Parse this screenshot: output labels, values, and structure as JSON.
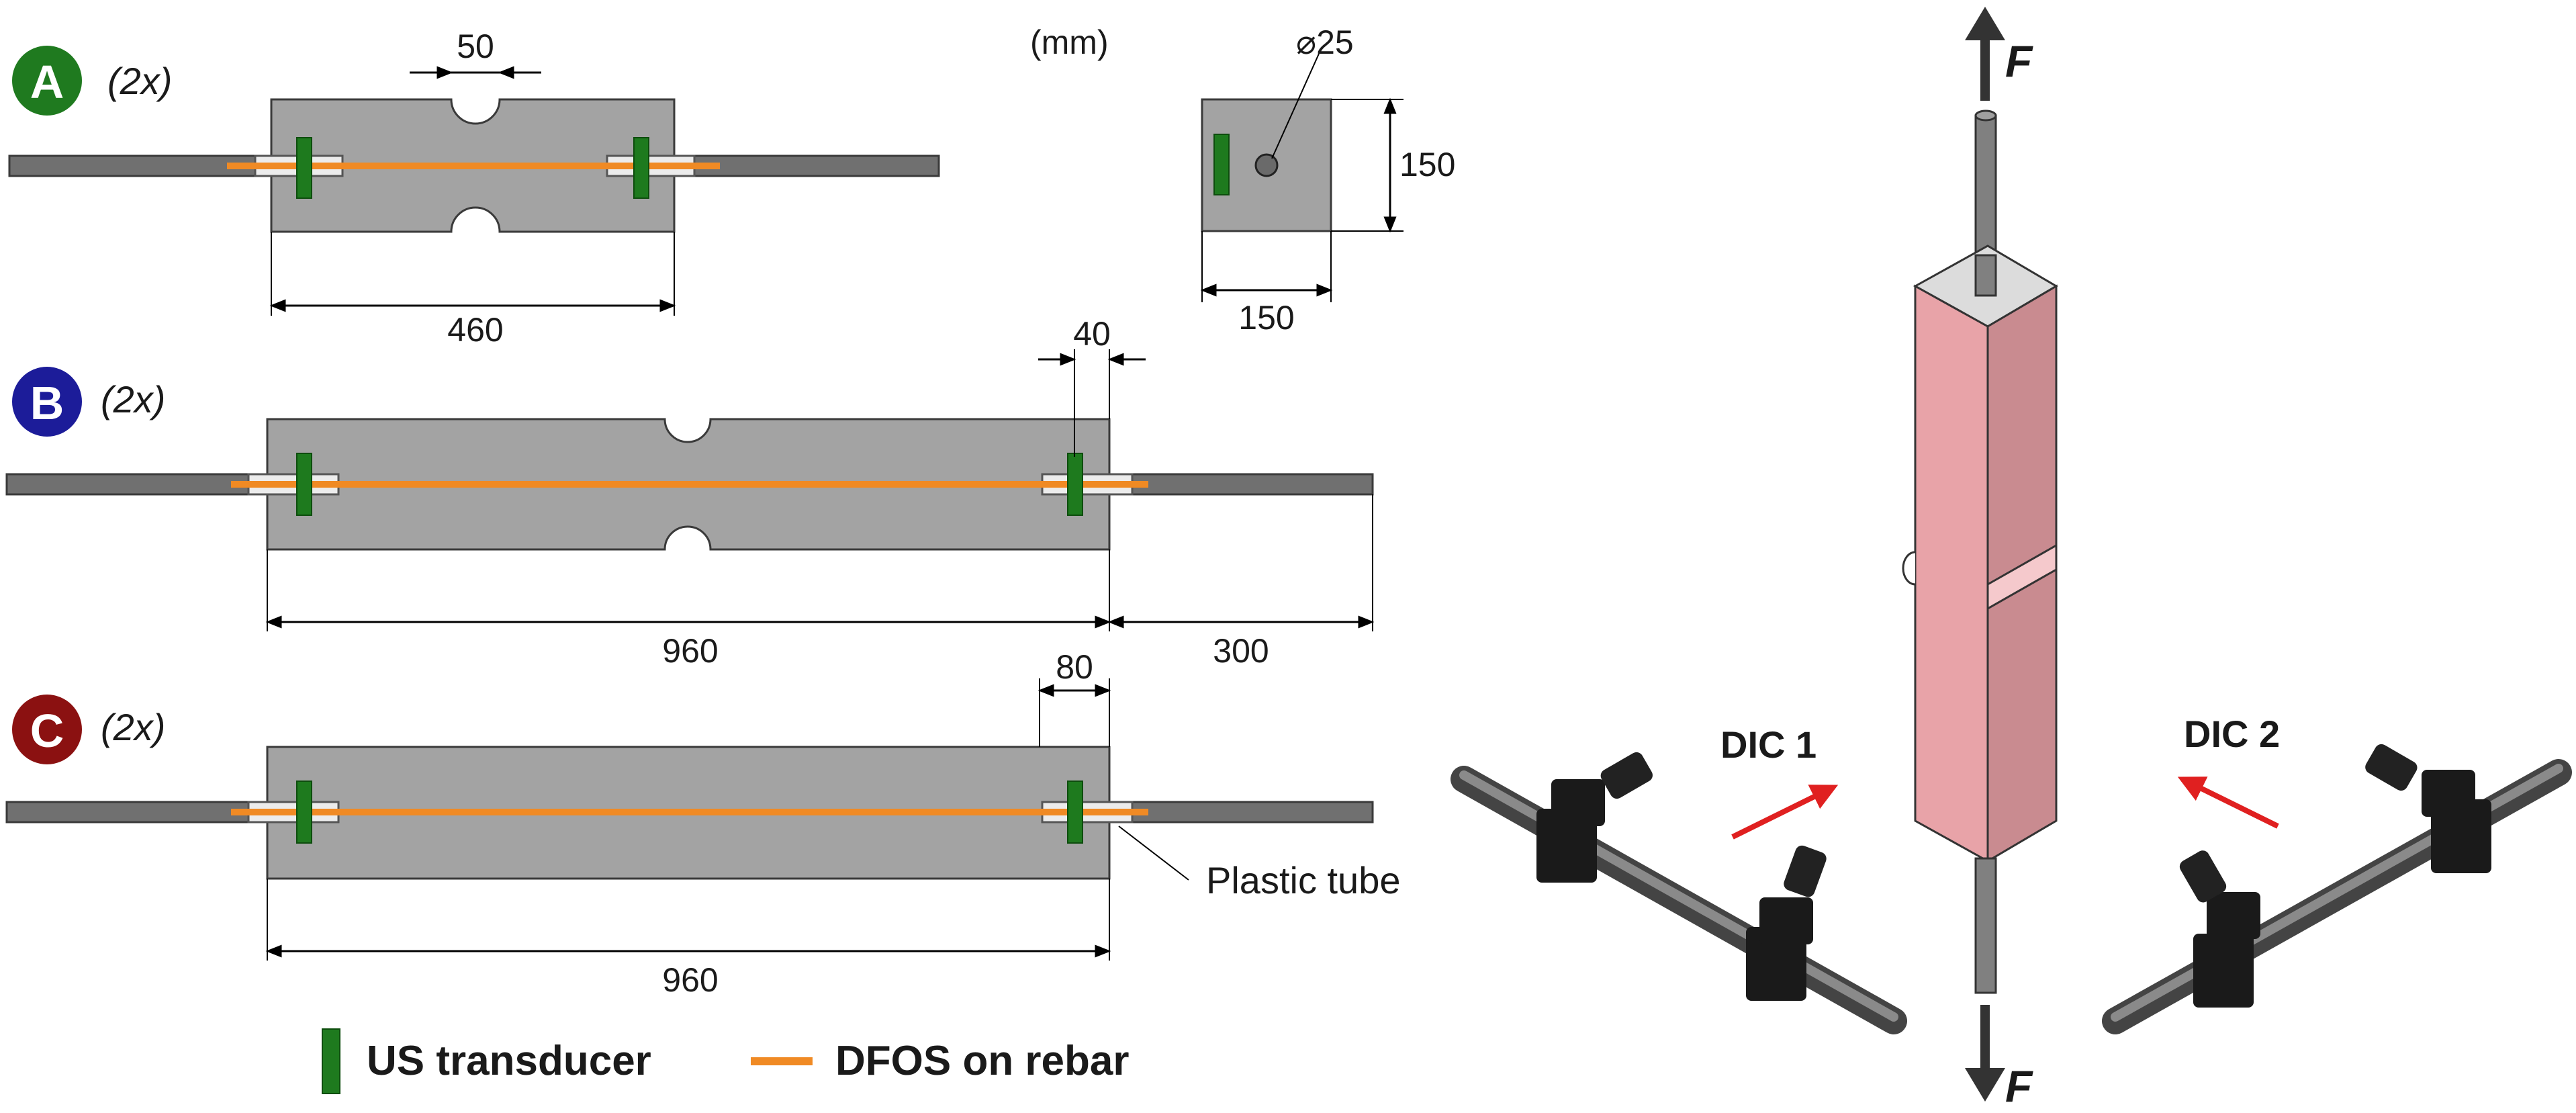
{
  "units_label": "(mm)",
  "specimens": [
    {
      "id": "A",
      "count": "(2x)",
      "color": "#1f7a1f",
      "notch_width": "50",
      "length": "460"
    },
    {
      "id": "B",
      "count": "(2x)",
      "color": "#1c1c99",
      "transducer_offset": "40",
      "length": "960",
      "bar_extension": "300"
    },
    {
      "id": "C",
      "count": "(2x)",
      "color": "#8b1111",
      "transducer_offset": "80",
      "length": "960"
    }
  ],
  "cross_section": {
    "bar_diameter": "⌀25",
    "width": "150",
    "height": "150"
  },
  "annotations": {
    "plastic_tube": "Plastic tube"
  },
  "legend": {
    "us_transducer": "US transducer",
    "dfos": "DFOS on rebar"
  },
  "test_setup": {
    "dic1": "DIC 1",
    "dic2": "DIC 2",
    "force_top": "F",
    "force_bottom": "F"
  },
  "colors": {
    "concrete": "#a3a3a3",
    "rebar": "#707070",
    "transducer": "#1e7a1e",
    "dfos": "#f08a24",
    "specimen_3d": "#e0999e",
    "arrow": "#e02020"
  }
}
